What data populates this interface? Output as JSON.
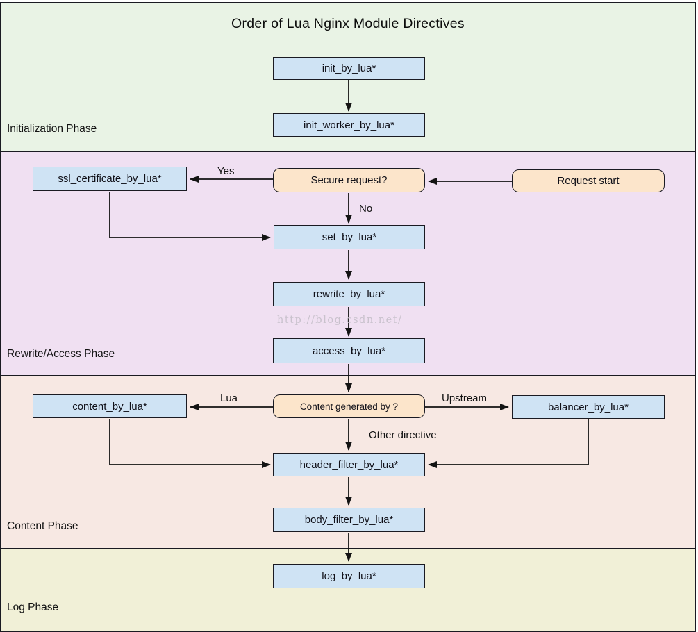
{
  "title": "Order of Lua Nginx Module Directives",
  "watermark": "http://blog.csdn.net/",
  "colors": {
    "init_phase_bg": "#e9f3e5",
    "rewrite_phase_bg": "#f0e0f2",
    "content_phase_bg": "#f7e8e3",
    "log_phase_bg": "#f1f0d7",
    "directive_fill": "#cfe3f4",
    "decision_fill": "#fce5cb",
    "stroke": "#1a1a22",
    "watermark_color": "#c9c2cd"
  },
  "phases": [
    {
      "label": "Initialization Phase"
    },
    {
      "label": "Rewrite/Access Phase"
    },
    {
      "label": "Content Phase"
    },
    {
      "label": "Log Phase"
    }
  ],
  "nodes": {
    "init_by_lua": {
      "label": "init_by_lua*"
    },
    "init_worker_by_lua": {
      "label": "init_worker_by_lua*"
    },
    "ssl_certificate_by_lua": {
      "label": "ssl_certificate_by_lua*"
    },
    "secure_request": {
      "label": "Secure request?"
    },
    "request_start": {
      "label": "Request start"
    },
    "set_by_lua": {
      "label": "set_by_lua*"
    },
    "rewrite_by_lua": {
      "label": "rewrite_by_lua*"
    },
    "access_by_lua": {
      "label": "access_by_lua*"
    },
    "content_by_lua": {
      "label": "content_by_lua*"
    },
    "content_generated_by": {
      "label": "Content generated by ?"
    },
    "balancer_by_lua": {
      "label": "balancer_by_lua*"
    },
    "header_filter_by_lua": {
      "label": "header_filter_by_lua*"
    },
    "body_filter_by_lua": {
      "label": "body_filter_by_lua*"
    },
    "log_by_lua": {
      "label": "log_by_lua*"
    }
  },
  "edge_labels": {
    "yes": "Yes",
    "no": "No",
    "lua": "Lua",
    "upstream": "Upstream",
    "other_directive": "Other directive"
  }
}
